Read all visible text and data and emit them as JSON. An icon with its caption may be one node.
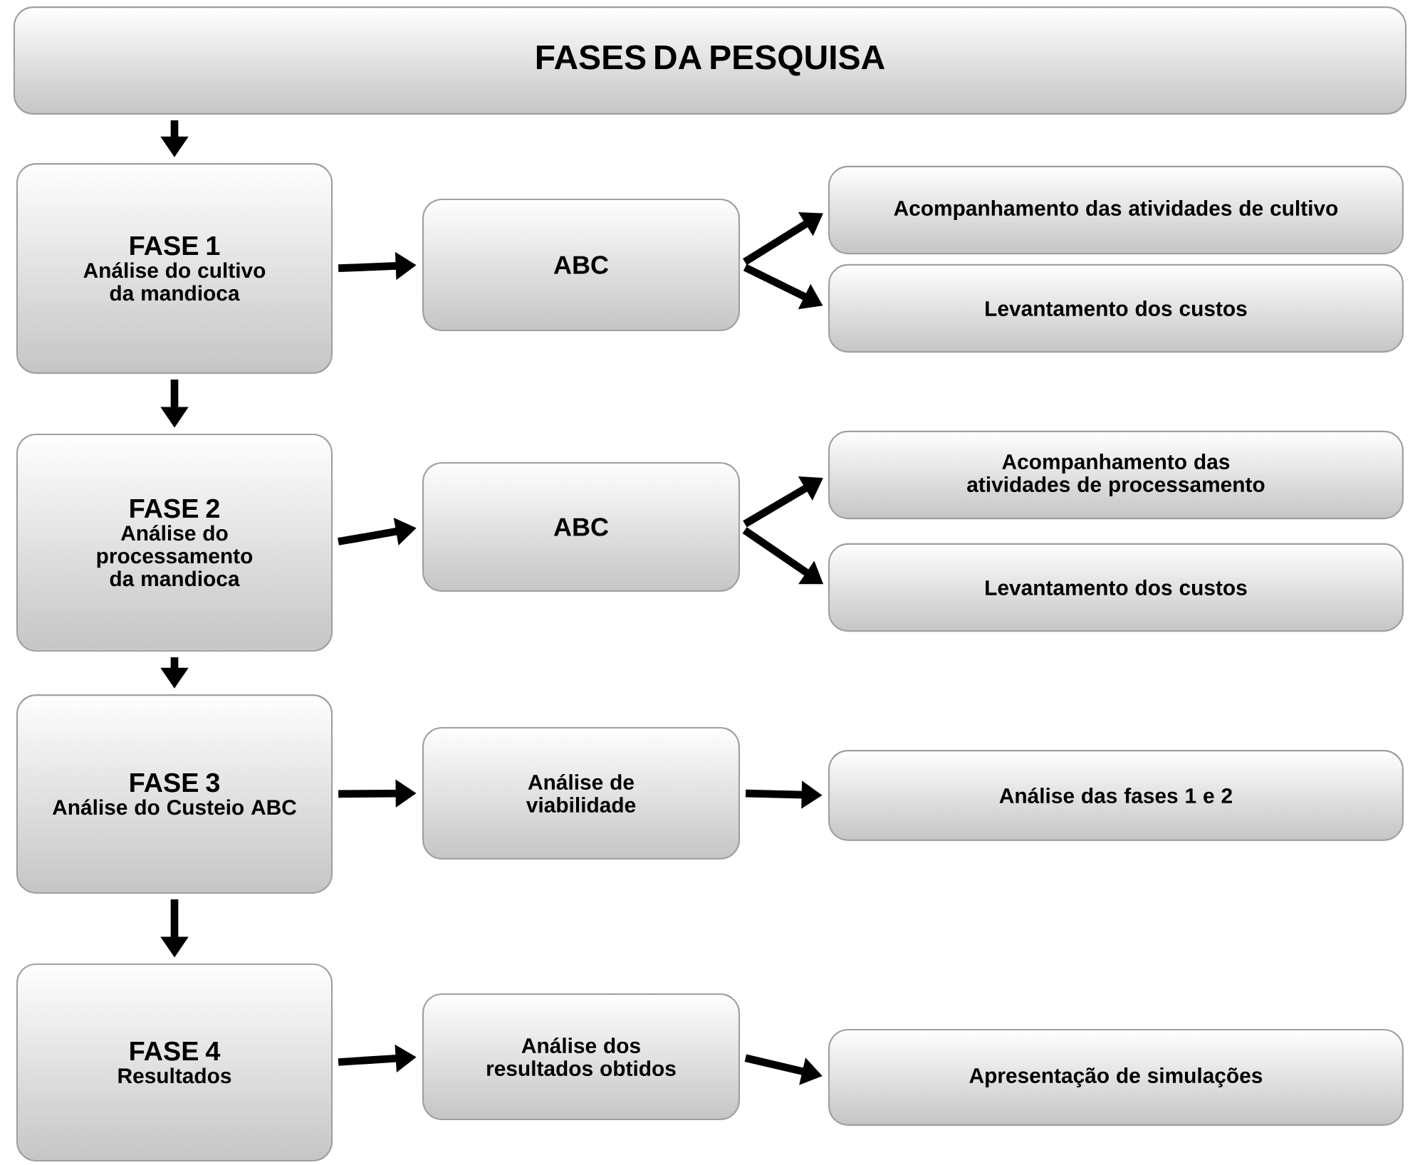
{
  "diagram": {
    "nodes": [
      {
        "text": [
          "FASES DA PESQUISA"
        ]
      },
      {
        "text": [
          "FASE 1",
          "Análise do cultivo da mandioca"
        ]
      },
      {
        "text": [
          "ABC"
        ]
      },
      {
        "text": [
          "Acompanhamento das atividades de cultivo"
        ]
      },
      {
        "text": [
          "Levantamento dos custos"
        ]
      },
      {
        "text": [
          "FASE 2",
          "Análise do processamento da mandioca"
        ]
      },
      {
        "text": [
          "ABC"
        ]
      },
      {
        "text": [
          "Acompanhamento das atividades de processamento"
        ]
      },
      {
        "text": [
          "Levantamento dos custos"
        ]
      },
      {
        "text": [
          "FASE 3",
          "Análise do Custeio ABC"
        ]
      },
      {
        "text": [
          "Análise de viabilidade"
        ]
      },
      {
        "text": [
          "Análise das fases 1 e 2"
        ]
      },
      {
        "text": [
          "FASE 4",
          "Resultados"
        ]
      },
      {
        "text": [
          "Análise dos resultados obtidos"
        ]
      },
      {
        "text": [
          "Apresentação de simulações"
        ]
      }
    ],
    "edges": [
      {
        "from": 0,
        "to": 1,
        "arrow": "to"
      },
      {
        "from": 1,
        "to": 5,
        "arrow": "to"
      },
      {
        "from": 5,
        "to": 9,
        "arrow": "to"
      },
      {
        "from": 9,
        "to": 12,
        "arrow": "to"
      },
      {
        "from": 1,
        "to": 2,
        "arrow": "to"
      },
      {
        "from": 2,
        "to": 3,
        "arrow": "to"
      },
      {
        "from": 2,
        "to": 4,
        "arrow": "to"
      },
      {
        "from": 5,
        "to": 6,
        "arrow": "to"
      },
      {
        "from": 6,
        "to": 7,
        "arrow": "to"
      },
      {
        "from": 6,
        "to": 8,
        "arrow": "to"
      },
      {
        "from": 9,
        "to": 10,
        "arrow": "to"
      },
      {
        "from": 10,
        "to": 11,
        "arrow": "to"
      },
      {
        "from": 12,
        "to": 13,
        "arrow": "to"
      },
      {
        "from": 13,
        "to": 14,
        "arrow": "to"
      }
    ]
  }
}
